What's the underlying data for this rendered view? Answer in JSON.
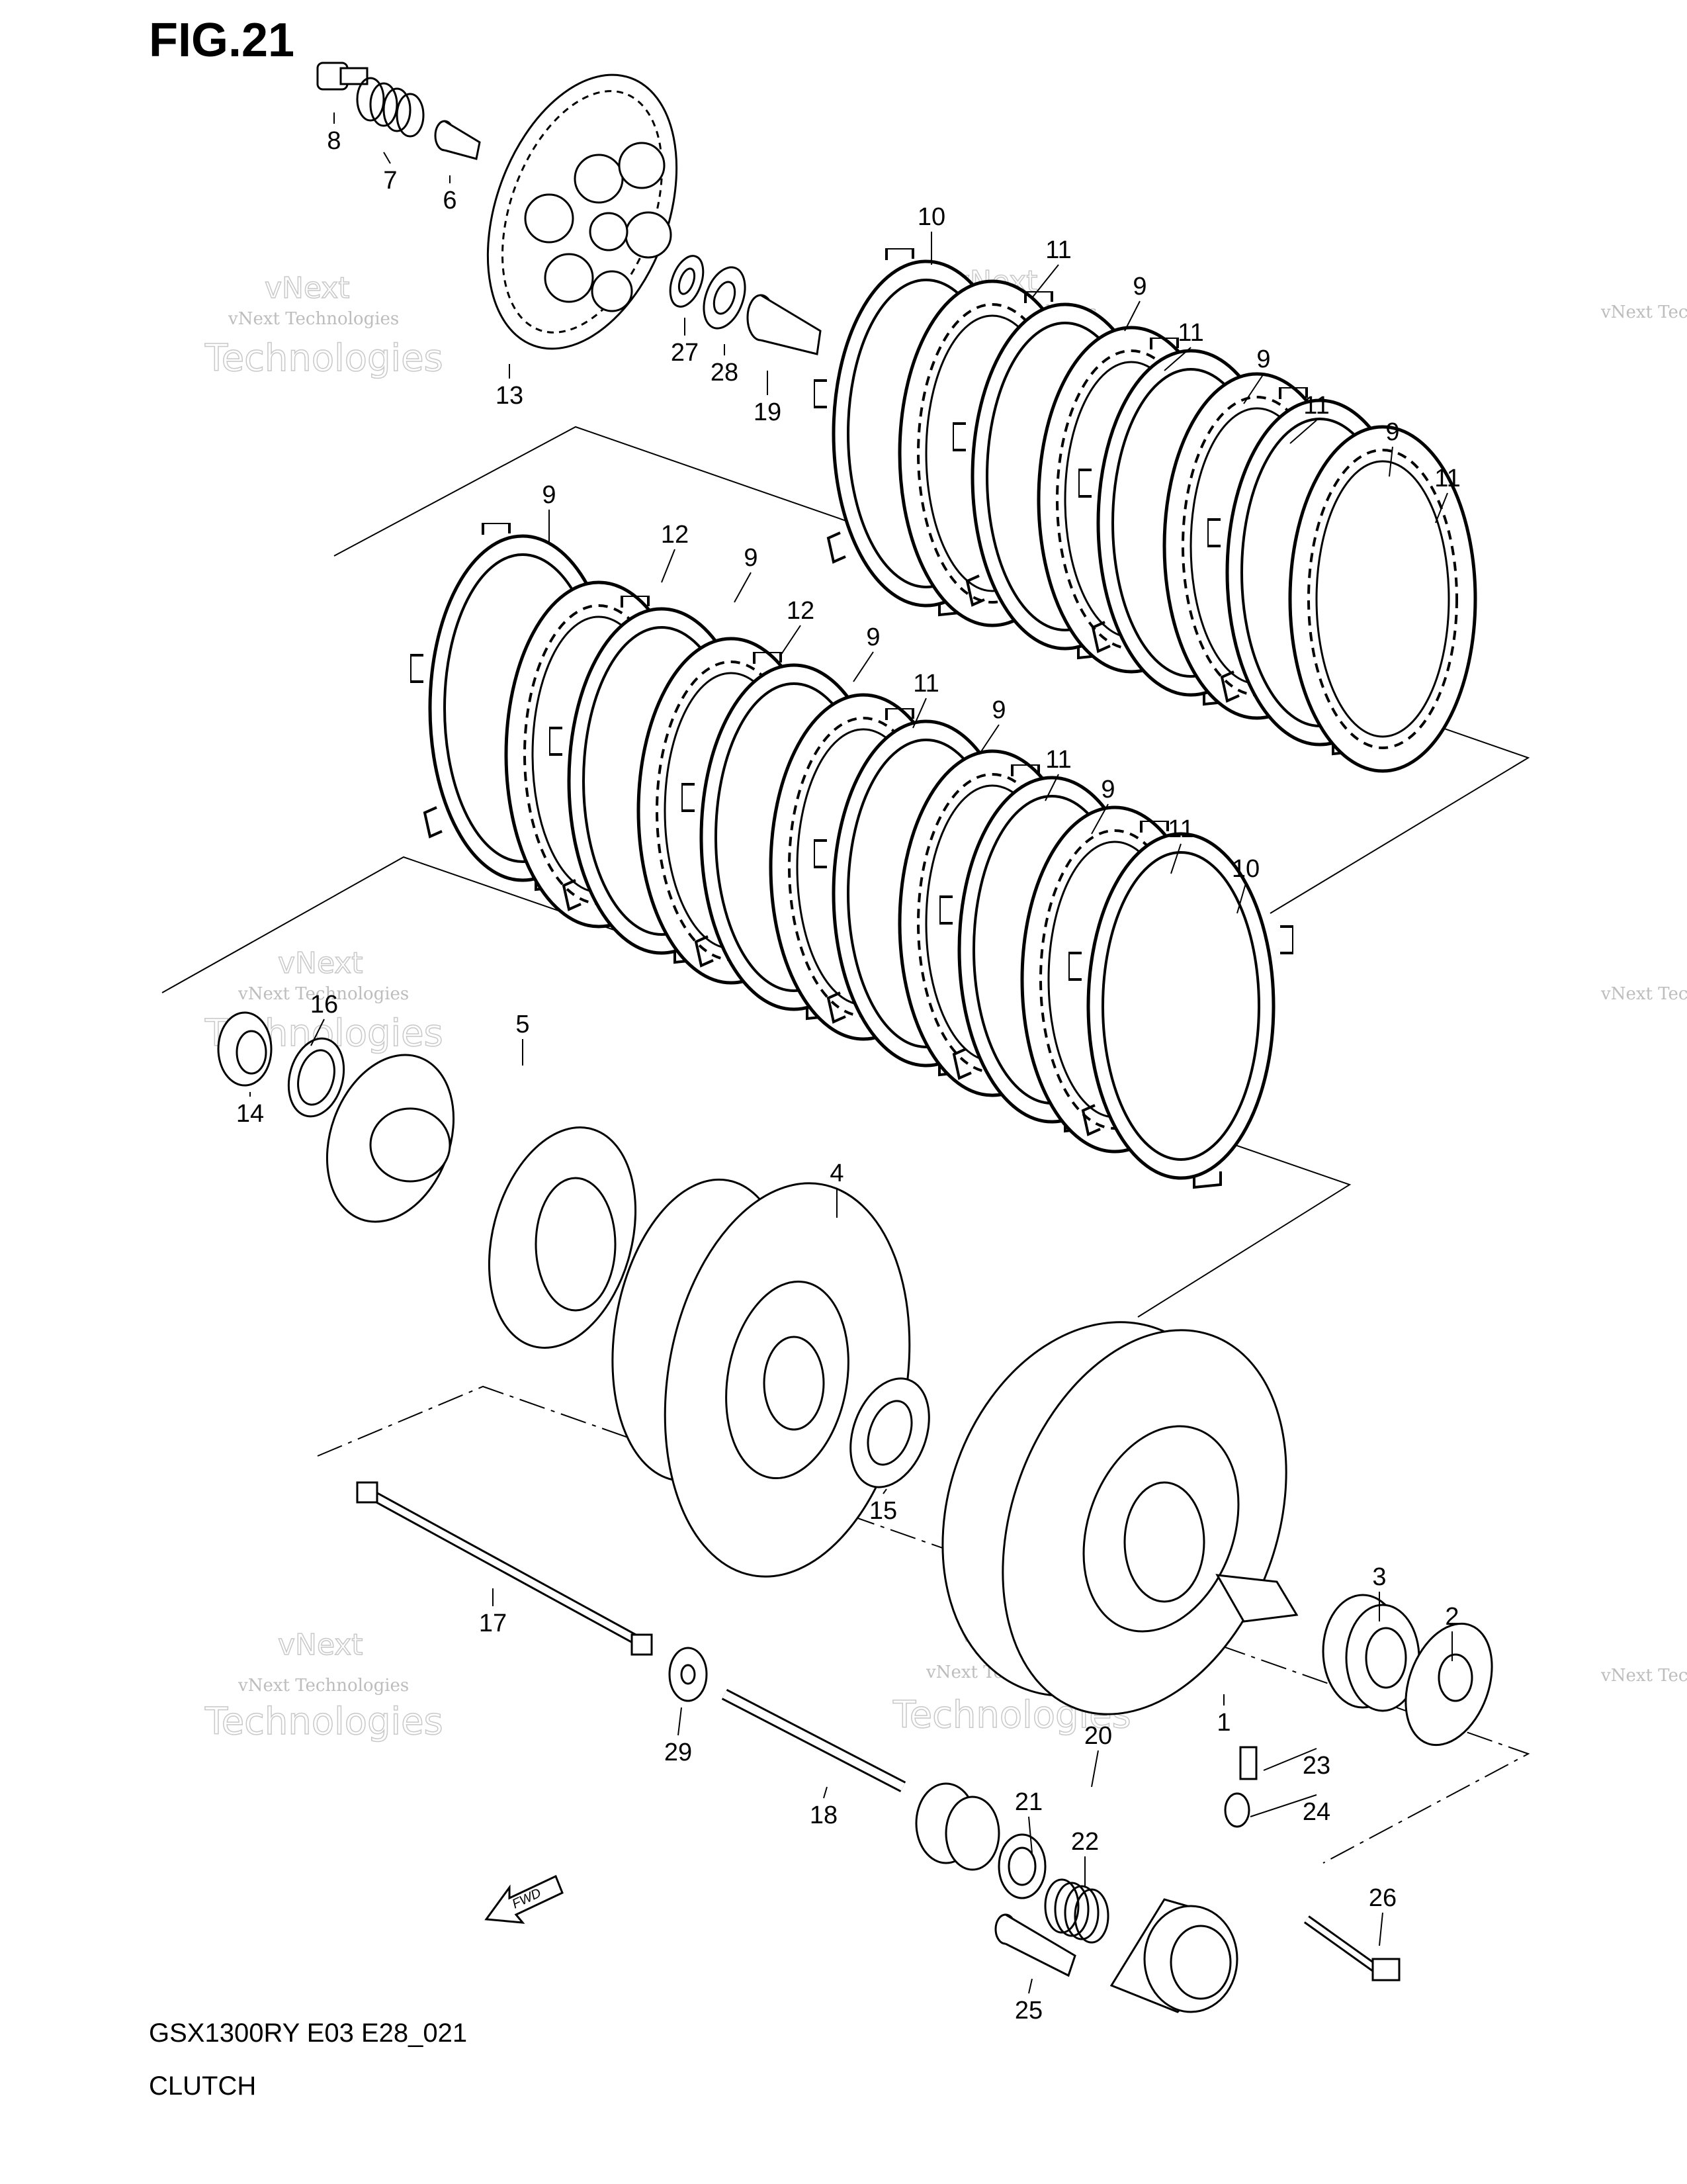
{
  "figure": {
    "title": "FIG.21"
  },
  "footer": {
    "code": "GSX1300RY E03 E28_021",
    "name": "CLUTCH"
  },
  "fwd_label": "FWD",
  "watermark": {
    "line1": "vNext Technologies",
    "line2": "Technologies",
    "brand": "vNext"
  },
  "callouts": [
    "8",
    "7",
    "6",
    "13",
    "27",
    "28",
    "19",
    "10",
    "11",
    "9",
    "11",
    "9",
    "11",
    "9",
    "11",
    "9",
    "12",
    "9",
    "12",
    "9",
    "11",
    "9",
    "11",
    "9",
    "11",
    "10",
    "16",
    "14",
    "5",
    "4",
    "15",
    "3",
    "2",
    "1",
    "17",
    "29",
    "18",
    "21",
    "22",
    "20",
    "23",
    "24",
    "26",
    "25"
  ]
}
